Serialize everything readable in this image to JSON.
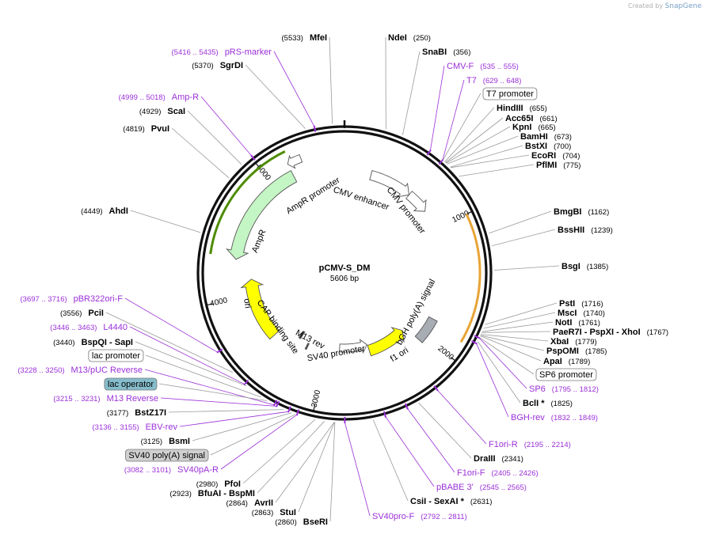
{
  "credit": {
    "prefix": "Created by",
    "brand": "SnapGene"
  },
  "plasmid": {
    "name": "pCMV-S_DM",
    "length_label": "5606 bp",
    "length": 5606
  },
  "colors": {
    "site": "#000000",
    "primer": "#9b30d8",
    "feature_gray_box": "#d0d0d0",
    "feature_teal_box": "#86bccb",
    "promoter_arrow": "#ffffff",
    "ampr": "#c4f5c4",
    "ori": "#ffff00",
    "f1ori": "#ffff00",
    "bgh": "#a8adb4",
    "orf_outer_green": "#4e8c00",
    "orf_outer_orange": "#e8a436",
    "line": "#999999"
  },
  "tick_labels": [
    {
      "pos": 1000,
      "text": "1000"
    },
    {
      "pos": 2000,
      "text": "2000"
    },
    {
      "pos": 3000,
      "text": "3000"
    },
    {
      "pos": 4000,
      "text": "4000"
    },
    {
      "pos": 5000,
      "text": "5000"
    }
  ],
  "right_labels": [
    {
      "kind": "site",
      "pos": 250,
      "name": "NdeI",
      "coord": "(250)"
    },
    {
      "kind": "site",
      "pos": 356,
      "name": "SnaBI",
      "coord": "(356)"
    },
    {
      "kind": "primer",
      "pos": 545,
      "name": "CMV-F",
      "coord": "(535 .. 555)"
    },
    {
      "kind": "primer",
      "pos": 638,
      "name": "T7",
      "coord": "(629 .. 648)"
    },
    {
      "kind": "boxed",
      "pos": 640,
      "name": "T7 promoter",
      "coord": ""
    },
    {
      "kind": "site",
      "pos": 655,
      "name": "HindIII",
      "coord": "(655)"
    },
    {
      "kind": "site",
      "pos": 661,
      "name": "Acc65I",
      "coord": "(661)"
    },
    {
      "kind": "site",
      "pos": 665,
      "name": "KpnI",
      "coord": "(665)"
    },
    {
      "kind": "site",
      "pos": 673,
      "name": "BamHI",
      "coord": "(673)"
    },
    {
      "kind": "site",
      "pos": 700,
      "name": "BstXI",
      "coord": "(700)"
    },
    {
      "kind": "site",
      "pos": 704,
      "name": "EcoRI",
      "coord": "(704)"
    },
    {
      "kind": "site",
      "pos": 775,
      "name": "PflMI",
      "coord": "(775)"
    },
    {
      "kind": "site",
      "pos": 1162,
      "name": "BmgBI",
      "coord": "(1162)"
    },
    {
      "kind": "site",
      "pos": 1239,
      "name": "BssHII",
      "coord": "(1239)"
    },
    {
      "kind": "site",
      "pos": 1385,
      "name": "BsgI",
      "coord": "(1385)"
    },
    {
      "kind": "site",
      "pos": 1716,
      "name": "PstI",
      "coord": "(1716)"
    },
    {
      "kind": "site",
      "pos": 1740,
      "name": "MscI",
      "coord": "(1740)"
    },
    {
      "kind": "site",
      "pos": 1761,
      "name": "NotI",
      "coord": "(1761)"
    },
    {
      "kind": "site",
      "pos": 1767,
      "name": "PaeR7I - PspXI - XhoI",
      "coord": "(1767)"
    },
    {
      "kind": "site",
      "pos": 1779,
      "name": "XbaI",
      "coord": "(1779)"
    },
    {
      "kind": "site",
      "pos": 1785,
      "name": "PspOMI",
      "coord": "(1785)"
    },
    {
      "kind": "site",
      "pos": 1789,
      "name": "ApaI",
      "coord": "(1789)"
    },
    {
      "kind": "boxed",
      "pos": 1800,
      "name": "SP6 promoter",
      "coord": ""
    },
    {
      "kind": "primer",
      "pos": 1803,
      "name": "SP6",
      "coord": "(1795 .. 1812)"
    },
    {
      "kind": "site",
      "pos": 1825,
      "name": "BclI *",
      "coord": "(1825)"
    },
    {
      "kind": "primer",
      "pos": 1840,
      "name": "BGH-rev",
      "coord": "(1832 .. 1849)"
    },
    {
      "kind": "primer",
      "pos": 2205,
      "name": "F1ori-R",
      "coord": "(2195 .. 2214)"
    },
    {
      "kind": "site",
      "pos": 2341,
      "name": "DraIII",
      "coord": "(2341)"
    },
    {
      "kind": "primer",
      "pos": 2415,
      "name": "F1ori-F",
      "coord": "(2405 .. 2426)"
    },
    {
      "kind": "primer",
      "pos": 2555,
      "name": "pBABE 3'",
      "coord": "(2545 .. 2565)"
    },
    {
      "kind": "site",
      "pos": 2631,
      "name": "CsiI - SexAI *",
      "coord": "(2631)"
    },
    {
      "kind": "primer",
      "pos": 2801,
      "name": "SV40pro-F",
      "coord": "(2792 .. 2811)"
    }
  ],
  "left_labels": [
    {
      "kind": "site",
      "pos": 5533,
      "name": "MfeI",
      "coord": "(5533)"
    },
    {
      "kind": "primer",
      "pos": 5425,
      "name": "pRS-marker",
      "coord": "(5416 .. 5435)"
    },
    {
      "kind": "site",
      "pos": 5370,
      "name": "SgrDI",
      "coord": "(5370)"
    },
    {
      "kind": "primer",
      "pos": 5008,
      "name": "Amp-R",
      "coord": "(4999 .. 5018)"
    },
    {
      "kind": "site",
      "pos": 4929,
      "name": "ScaI",
      "coord": "(4929)"
    },
    {
      "kind": "site",
      "pos": 4819,
      "name": "PvuI",
      "coord": "(4819)"
    },
    {
      "kind": "site",
      "pos": 4449,
      "name": "AhdI",
      "coord": "(4449)"
    },
    {
      "kind": "primer",
      "pos": 3706,
      "name": "pBR322ori-F",
      "coord": "(3697 .. 3716)"
    },
    {
      "kind": "site",
      "pos": 3556,
      "name": "PciI",
      "coord": "(3556)"
    },
    {
      "kind": "primer",
      "pos": 3455,
      "name": "L4440",
      "coord": "(3446 .. 3463)"
    },
    {
      "kind": "site",
      "pos": 3440,
      "name": "BspQI - SapI",
      "coord": "(3440)"
    },
    {
      "kind": "boxed",
      "pos": 3330,
      "name": "lac promoter",
      "coord": ""
    },
    {
      "kind": "primer",
      "pos": 3239,
      "name": "M13/pUC Reverse",
      "coord": "(3228 .. 3250)"
    },
    {
      "kind": "teal",
      "pos": 3290,
      "name": "lac operator",
      "coord": ""
    },
    {
      "kind": "primer",
      "pos": 3223,
      "name": "M13 Reverse",
      "coord": "(3215 .. 3231)"
    },
    {
      "kind": "site",
      "pos": 3177,
      "name": "BstZ17I",
      "coord": "(3177)"
    },
    {
      "kind": "primer",
      "pos": 3145,
      "name": "EBV-rev",
      "coord": "(3136 .. 3155)"
    },
    {
      "kind": "site",
      "pos": 3125,
      "name": "BsmI",
      "coord": "(3125)"
    },
    {
      "kind": "gray",
      "pos": 3100,
      "name": "SV40 poly(A) signal",
      "coord": ""
    },
    {
      "kind": "primer",
      "pos": 3091,
      "name": "SV40pA-R",
      "coord": "(3082 .. 3101)"
    },
    {
      "kind": "site",
      "pos": 2980,
      "name": "PfoI",
      "coord": "(2980)"
    },
    {
      "kind": "site",
      "pos": 2923,
      "name": "BfuAI - BspMI",
      "coord": "(2923)"
    },
    {
      "kind": "site",
      "pos": 2864,
      "name": "AvrII",
      "coord": "(2864)"
    },
    {
      "kind": "site",
      "pos": 2863,
      "name": "StuI",
      "coord": "(2863)"
    },
    {
      "kind": "site",
      "pos": 2860,
      "name": "BseRI",
      "coord": "(2860)"
    }
  ],
  "features": [
    {
      "name": "CMV enhancer",
      "start": 235,
      "end": 615,
      "type": "promoter"
    },
    {
      "name": "CMV promoter",
      "start": 616,
      "end": 818,
      "type": "promoter"
    },
    {
      "name": "bGH poly(A) signal",
      "start": 1830,
      "end": 2054,
      "type": "gray"
    },
    {
      "name": "f1 ori",
      "start": 2100,
      "end": 2528,
      "type": "yellow"
    },
    {
      "name": "SV40 promoter",
      "start": 2532,
      "end": 2861,
      "type": "promoter"
    },
    {
      "name": "M13 rev",
      "start": 3215,
      "end": 3231,
      "type": "thin"
    },
    {
      "name": "CAP binding site",
      "start": 3330,
      "end": 3352,
      "type": "thin"
    },
    {
      "name": "ori",
      "start": 3557,
      "end": 4145,
      "type": "yellow"
    },
    {
      "name": "AmpR",
      "start": 4316,
      "end": 5176,
      "type": "green"
    },
    {
      "name": "AmpR promoter",
      "start": 5177,
      "end": 5281,
      "type": "promoter"
    }
  ]
}
